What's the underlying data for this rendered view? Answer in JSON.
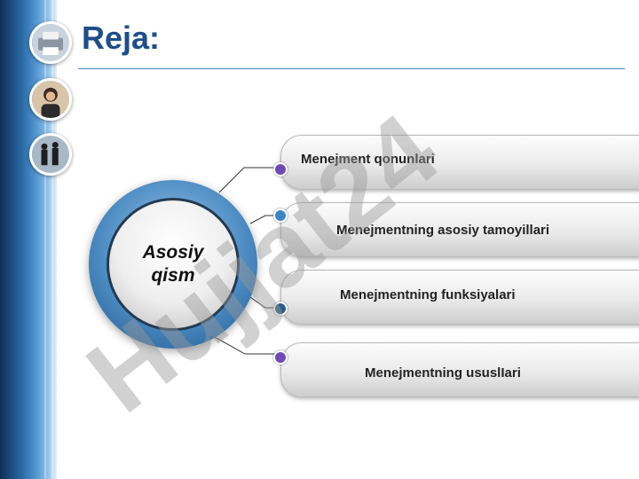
{
  "slide": {
    "title": "Reja:",
    "center_label_line1": "Asosiy",
    "center_label_line2": "qism",
    "items": [
      {
        "label": "Menejment qonunlari",
        "bullet_color": "#6f4bb3"
      },
      {
        "label": "Menejmentning asosiy tamoyillari",
        "bullet_color": "#3b87c6"
      },
      {
        "label": "Menejmentning funksiyalari",
        "bullet_color": "#2a5d88"
      },
      {
        "label": "Menejmentning ususlIari",
        "bullet_color": "#6f4bb3"
      }
    ],
    "watermark": "Hujjat24"
  },
  "colors": {
    "title": "#1f4e8a",
    "accent": "#2a6aa5",
    "watermark": "#f1b38a"
  }
}
